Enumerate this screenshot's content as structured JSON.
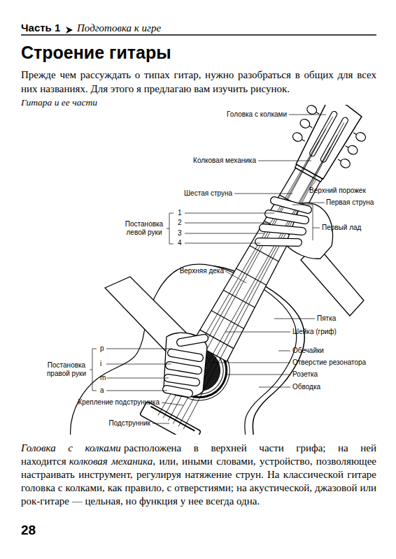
{
  "diagram": {
    "title": "Строение гитары",
    "caption": "Гитара и ее части",
    "labels": [
      "Часть 1",
      "Подготовка к игре",
      "Прежде чем рассуждать о типах гитар, нужно разобраться в общих для всех них названиях. Для этого я предлагаю вам изучить рисунок.",
      "Головка с колками",
      "Колковая механика",
      "Шестая струна",
      "Верхний порожек",
      "Первая струна",
      "Постановка левой руки",
      "1",
      "2",
      "3",
      "4",
      "Первый лад",
      "Верхняя дека",
      "Пятка",
      "Шейка (гриф)",
      "Обечайки",
      "Отверстие резонатора",
      "Розетка",
      "Обводка",
      "Постановка правой руки",
      "p",
      "i",
      "m",
      "a",
      "Крепление подструнника",
      "Подструнник",
      "Головка с колками",
      "расположена в верхней части грифа; на ней находится",
      "колковая механика",
      ", или, иными словами, устройство, позволяющее настраивать инструмент, регулируя натяжение струн. На классической гитаре головка с колками, как правило, с отверстиями; на акустической, джазовой или рок-гитаре — цельная, но функция у нее всегда одна.",
      "28"
    ]
  }
}
